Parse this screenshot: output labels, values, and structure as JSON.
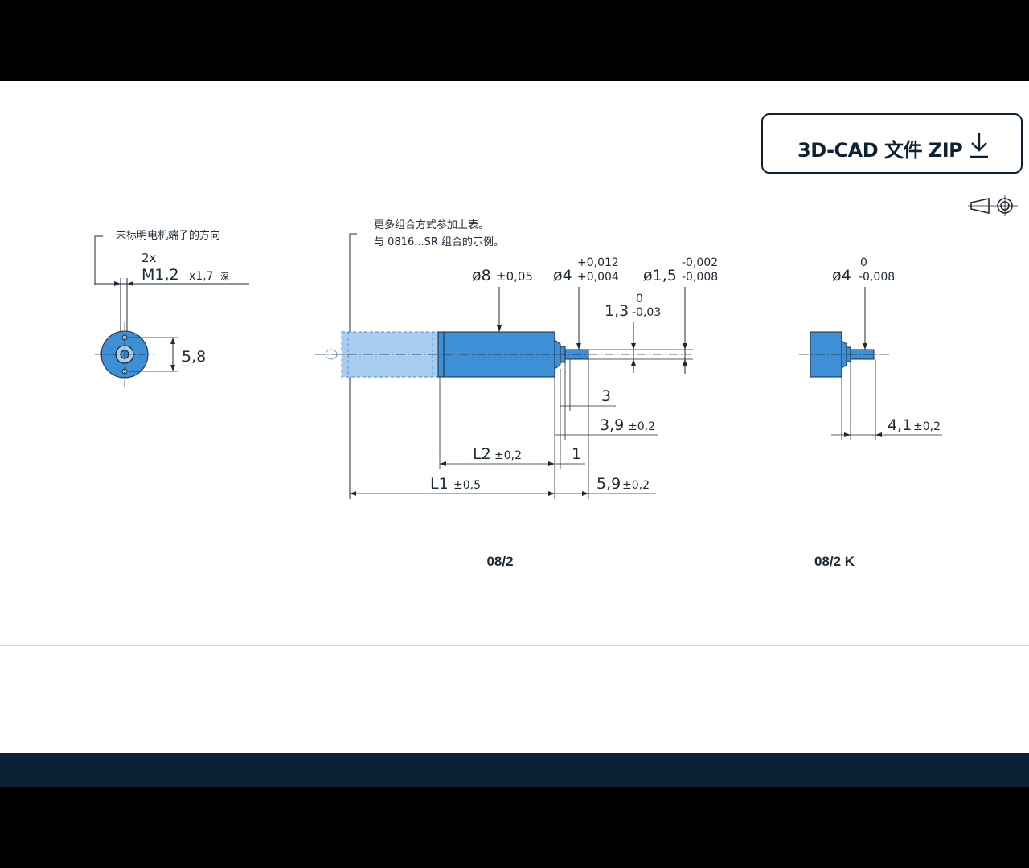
{
  "download_button": {
    "label": "3D-CAD 文件 ZIP",
    "icon": "download-icon"
  },
  "projection_icon": "first-angle-projection-icon",
  "colors": {
    "motor_blue": "#3d8fd6",
    "motor_light": "#a9cdee",
    "text": "#1d2a36",
    "footer": "#0b2236"
  },
  "front_view": {
    "note": "未标明电机端子的方向",
    "count": "2x",
    "thread": "M1,2",
    "thread_depth": "x1,7",
    "depth_word": "深",
    "height": "5,8"
  },
  "side_view": {
    "note_line1": "更多组合方式参加上表。",
    "note_line2": "与 0816...SR 组合的示例。",
    "dia_body": "ø8",
    "dia_body_tol": "±0,05",
    "dia_shaft4": "ø4",
    "dia_shaft4_tol_up": "+0,012",
    "dia_shaft4_tol_low": "+0,004",
    "dia_shaft15": "ø1,5",
    "dia_shaft15_tol_up": "-0,002",
    "dia_shaft15_tol_low": "-0,008",
    "dim_13": "1,3",
    "dim_13_tol_up": "0",
    "dim_13_tol_low": "-0,03",
    "dim_3": "3",
    "dim_39": "3,9",
    "dim_39_tol": "±0,2",
    "dim_1": "1",
    "dim_l2": "L2",
    "dim_l2_tol": "±0,2",
    "dim_l1": "L1",
    "dim_l1_tol": "±0,5",
    "dim_59": "5,9",
    "dim_59_tol": "±0,2",
    "caption": "08/2"
  },
  "k_view": {
    "dia": "ø4",
    "tol_up": "0",
    "tol_low": "-0,008",
    "dim": "4,1",
    "dim_tol": "±0,2",
    "caption": "08/2 K"
  }
}
